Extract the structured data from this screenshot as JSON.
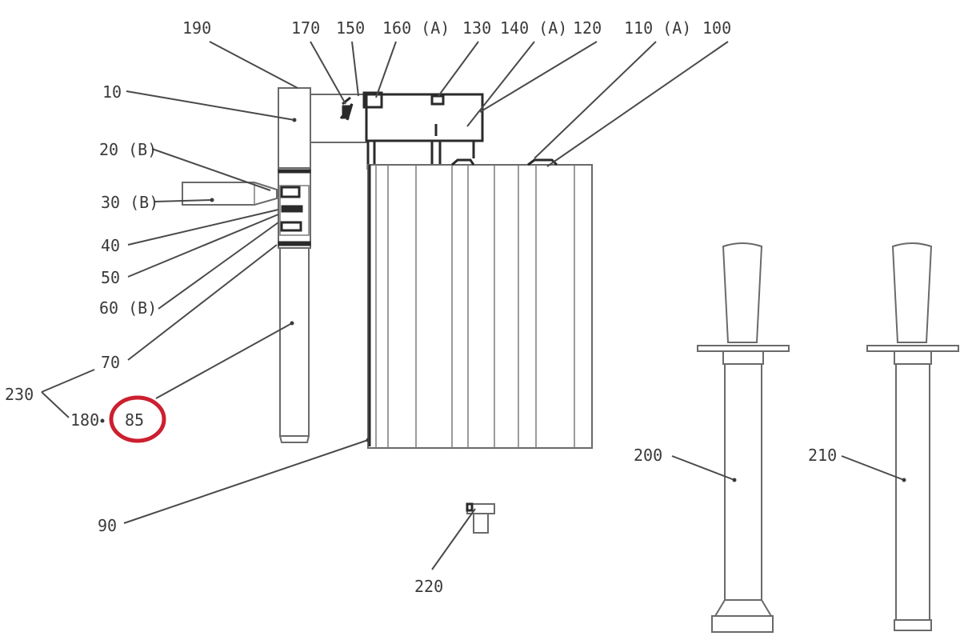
{
  "labels": {
    "l190": "190",
    "l170": "170",
    "l150": "150",
    "l160": "160 (A)",
    "l130": "130",
    "l140": "140 (A)",
    "l120": "120",
    "l110": "110 (A)",
    "l100": "100",
    "l10": "10",
    "l20": "20 (B)",
    "l30": "30 (B)",
    "l40": "40",
    "l50": "50",
    "l60": "60 (B)",
    "l70": "70",
    "l230": "230",
    "l180": "180",
    "l85": "85",
    "l90": "90",
    "l200": "200",
    "l210": "210",
    "l220": "220"
  },
  "highlight": {
    "label": "85",
    "color": "#cc1f2f"
  },
  "colors": {
    "leader": "#4a4a4a",
    "outline": "#6a6a6a",
    "text": "#3a3a3a"
  }
}
